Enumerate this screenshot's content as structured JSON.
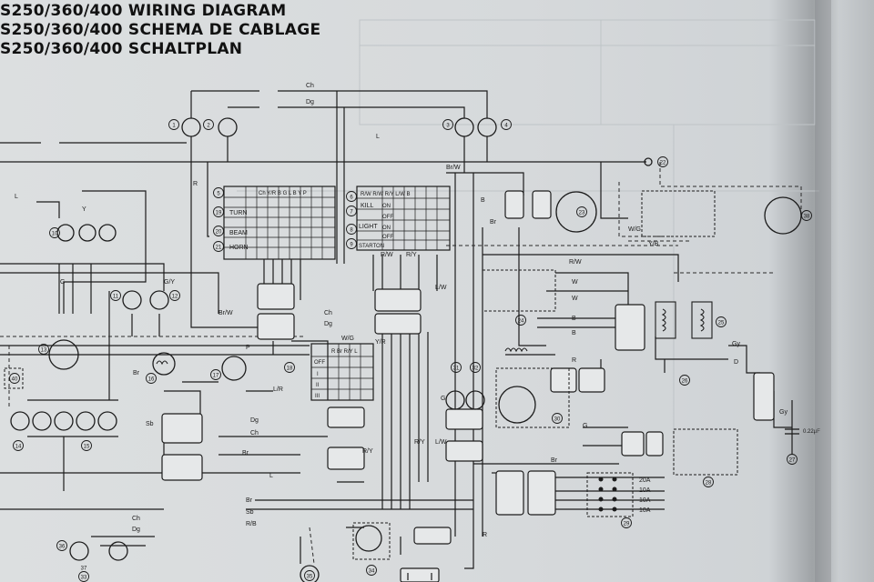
{
  "title_lines": [
    "S250/360/400 WIRING DIAGRAM",
    "S250/360/400 SCHEMA DE CABLAGE",
    "S250/360/400 SCHALTPLAN"
  ],
  "switch_labels": {
    "turn": "TURN",
    "beam": "BEAM",
    "horn": "HORN",
    "kill": "KILL",
    "light": "LIGHT",
    "starton": "STARTON",
    "on": "ON",
    "off": "OFF",
    "ign_off": "OFF",
    "ign_i": "I",
    "ign_ii": "II",
    "ign_iii": "III"
  },
  "switch_headers": {
    "left": "Ch Y/R B G L B Y P",
    "right": "R/W R/W R/Y L/W B",
    "ignition": "R Br R/Y L"
  },
  "wire_labels": {
    "ch": "Ch",
    "dg": "Dg",
    "l": "L",
    "br_w": "Br/W",
    "b": "B",
    "br": "Br",
    "r": "R",
    "w": "W",
    "g": "G",
    "y": "Y",
    "gy": "Gy",
    "sb": "Sb",
    "r_w": "R/W",
    "r_y": "R/Y",
    "l_w": "L/W",
    "w_g": "W/G",
    "y_r": "Y/R",
    "y_b": "Y/B",
    "l_r": "L/R",
    "g_y": "G/Y",
    "p": "P",
    "d": "D",
    "br_w2": "Br/W",
    "r_b": "R/B"
  },
  "fuses": [
    "20A",
    "10A",
    "10A",
    "10A"
  ],
  "capacitor": "0.22µF",
  "component_numbers": [
    "1",
    "2",
    "3",
    "4",
    "5",
    "6",
    "7",
    "8",
    "9",
    "10",
    "11",
    "12",
    "13",
    "14",
    "15",
    "16",
    "17",
    "18",
    "19",
    "20",
    "21",
    "22",
    "23",
    "24",
    "25",
    "26",
    "27",
    "28",
    "29",
    "30",
    "31",
    "32",
    "33",
    "34",
    "35",
    "36",
    "37",
    "38",
    "40"
  ]
}
